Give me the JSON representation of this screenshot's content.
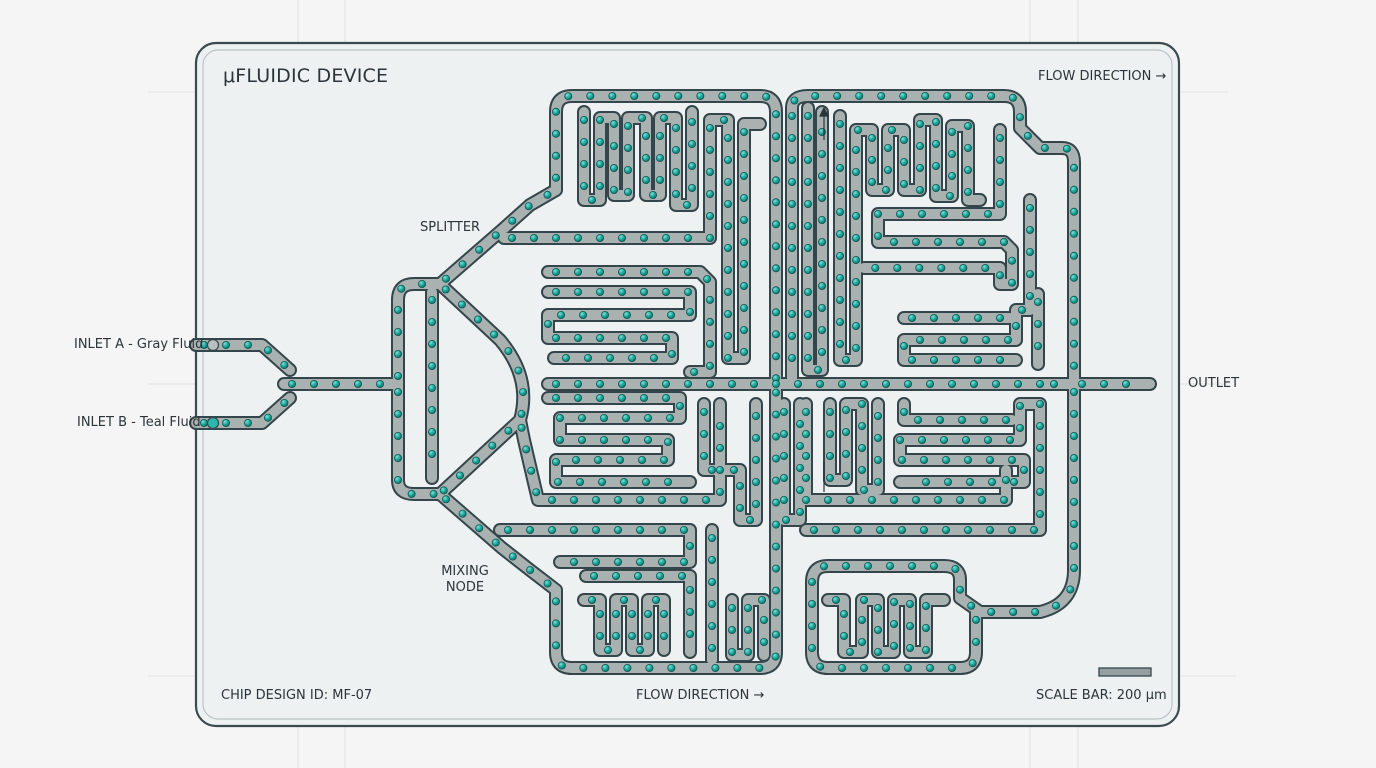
{
  "chip": {
    "title": "μFLUIDIC DEVICE",
    "flow_direction_top": "FLOW DIRECTION →",
    "flow_direction_bottom": "FLOW DIRECTION →",
    "design_id": "CHIP DESIGN ID: MF-07",
    "scale_bar": "SCALE BAR: 200 μm"
  },
  "labels": {
    "inlet_a": "INLET A - Gray Fluid",
    "inlet_b": "INLET B - Teal Fluid",
    "splitter": "SPLITTER",
    "mixing_node_line1": "MIXING",
    "mixing_node_line2": "NODE",
    "outlet": "OUTLET"
  },
  "colors": {
    "background": "#f4f5f4",
    "chip_fill": "#eef1f1",
    "chip_border": "#3b4a4e",
    "channel_wall": "#34464b",
    "channel_fill": "#aab2b1",
    "bead_teal": "#23b3aa",
    "bead_gray": "#97a0a0"
  }
}
